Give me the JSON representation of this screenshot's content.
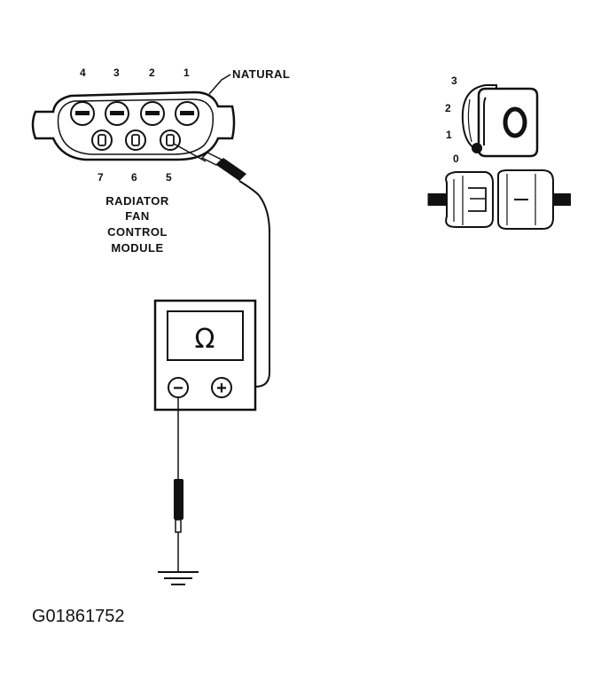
{
  "connector": {
    "top_pins": [
      "4",
      "3",
      "2",
      "1"
    ],
    "bottom_pins": [
      "7",
      "6",
      "5"
    ],
    "color_label": "NATURAL",
    "module_label": [
      "RADIATOR",
      "FAN",
      "CONTROL",
      "MODULE"
    ]
  },
  "meter": {
    "symbol": "Ω",
    "neg_symbol": "−",
    "pos_symbol": "+"
  },
  "ignition": {
    "positions": [
      "3",
      "2",
      "1",
      "0"
    ],
    "key_position": "0"
  },
  "figure_code": "G01861752"
}
